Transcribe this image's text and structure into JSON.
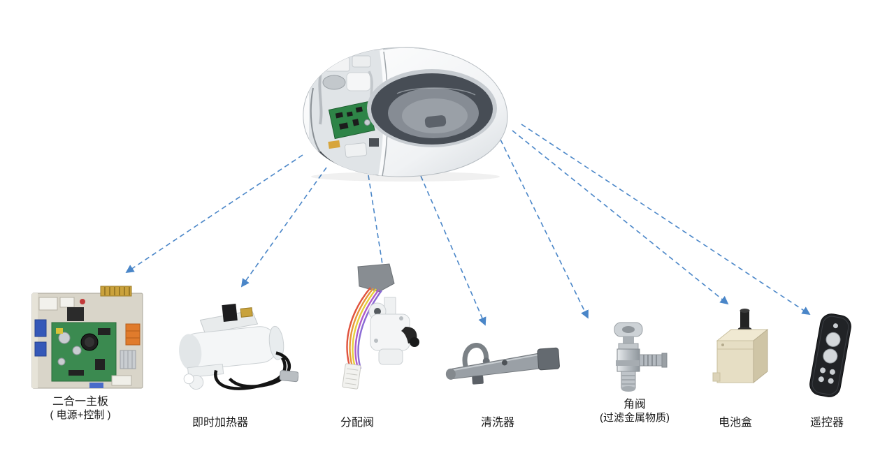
{
  "diagram": {
    "subject": "smart-toilet-component-breakdown",
    "arrow_color": "#4a86c8",
    "components": [
      {
        "id": "mainboard",
        "label": "二合一主板",
        "sublabel": "( 电源+控制 )"
      },
      {
        "id": "heater",
        "label": "即时加热器",
        "sublabel": ""
      },
      {
        "id": "valve",
        "label": "分配阀",
        "sublabel": ""
      },
      {
        "id": "washer",
        "label": "清洗器",
        "sublabel": ""
      },
      {
        "id": "angle-valve",
        "label": "角阀",
        "sublabel": "(过滤金属物质)"
      },
      {
        "id": "battery-box",
        "label": "电池盒",
        "sublabel": ""
      },
      {
        "id": "remote",
        "label": "遥控器",
        "sublabel": ""
      }
    ]
  }
}
